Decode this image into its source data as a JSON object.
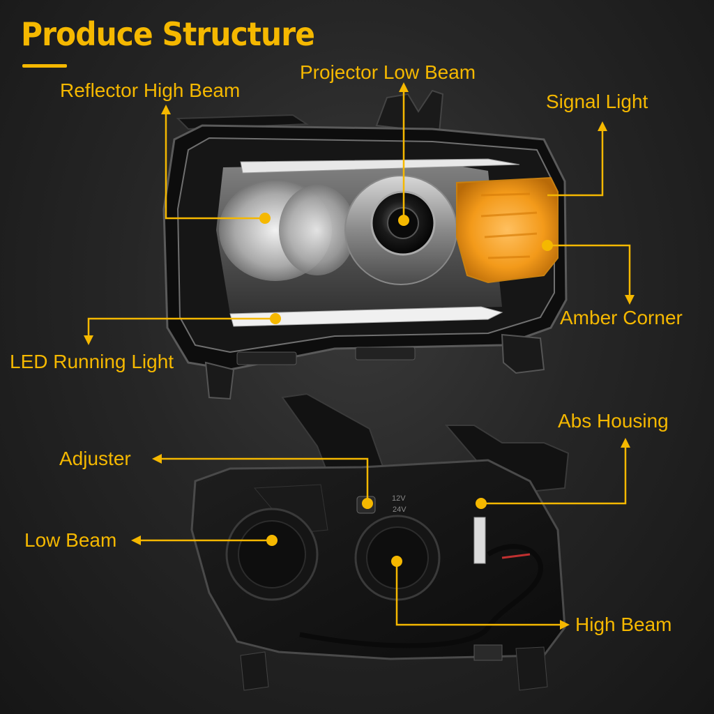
{
  "title": "Produce Structure",
  "labels": {
    "reflector_high_beam": "Reflector High Beam",
    "projector_low_beam": "Projector Low Beam",
    "signal_light": "Signal Light",
    "amber_corner": "Amber Corner",
    "led_running_light": "LED Running Light",
    "abs_housing": "Abs Housing",
    "adjuster": "Adjuster",
    "low_beam": "Low Beam",
    "high_beam": "High Beam"
  },
  "housing_text": {
    "voltage_12": "12V",
    "voltage_24": "24V"
  },
  "colors": {
    "accent": "#f5b800",
    "amber": "#f39a1a",
    "background": "#262626"
  }
}
